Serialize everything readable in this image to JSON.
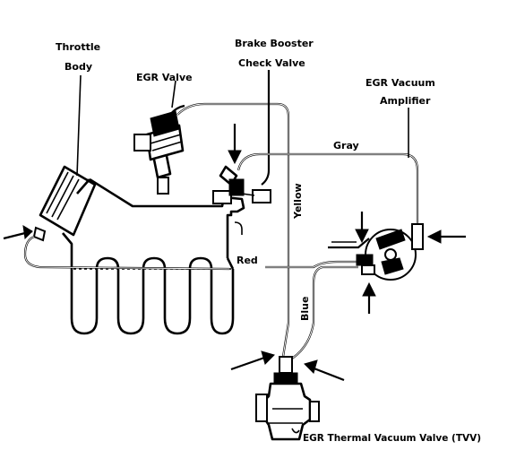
{
  "labels": {
    "throttle_body_l1": "Throttle",
    "throttle_body_l2": "Body",
    "egr_valve": "EGR Valve",
    "brake_booster_l1": "Brake Booster",
    "brake_booster_l2": "Check Valve",
    "egr_amp_l1": "EGR Vacuum",
    "egr_amp_l2": "Amplifier",
    "gray_hose": "Gray",
    "yellow_hose": "Yellow",
    "red_hose": "Red",
    "blue_hose": "Blue",
    "tvv": "EGR Thermal Vacuum Valve (TVV)"
  }
}
